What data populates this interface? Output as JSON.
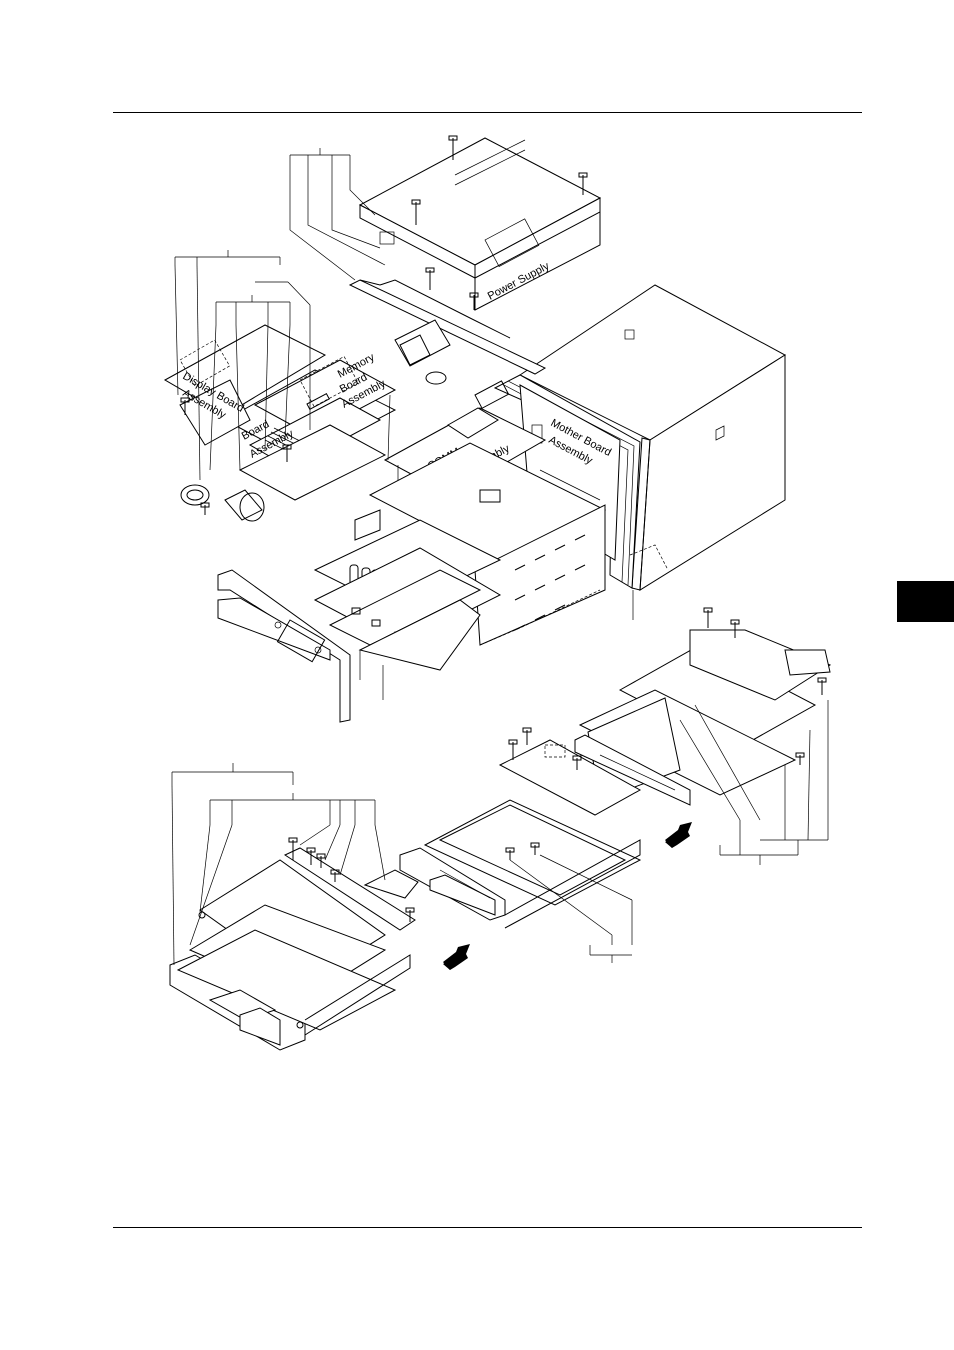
{
  "labels": {
    "power_supply": "Power Supply",
    "display_board": "Display Board",
    "display_assembly": "Assembly",
    "memory": "Memory",
    "memory_board": "Board",
    "memory_assembly": "Assembly",
    "sub_board_1": "Board",
    "sub_board_2": "Assembly",
    "comm": "COMM",
    "comm_assembly": "Board Assembly",
    "mother_board": "Mother Board",
    "mother_assembly": "Assembly"
  }
}
